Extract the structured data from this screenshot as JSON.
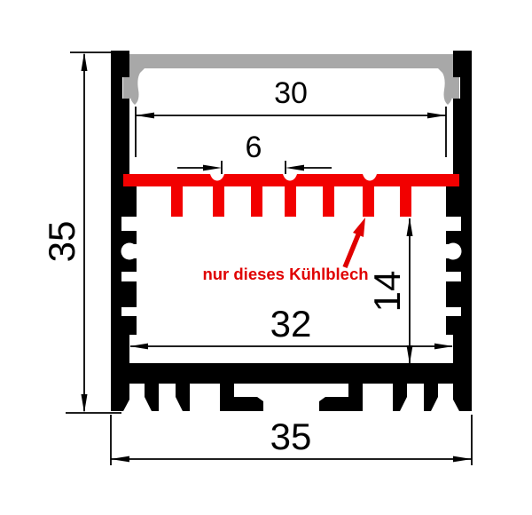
{
  "drawing": {
    "dim_height_overall": "35",
    "dim_top_opening": "30",
    "dim_hole_spacing": "6",
    "dim_inner_width": "32",
    "dim_heatsink_depth": "14",
    "dim_overall_width": "35",
    "annotation_text": "nur dieses Kühlblech",
    "colors": {
      "outline": "#000000",
      "cover_gray": "#a8a8a8",
      "heatsink_red": "#f20000",
      "annotation_red": "#e00000"
    }
  }
}
